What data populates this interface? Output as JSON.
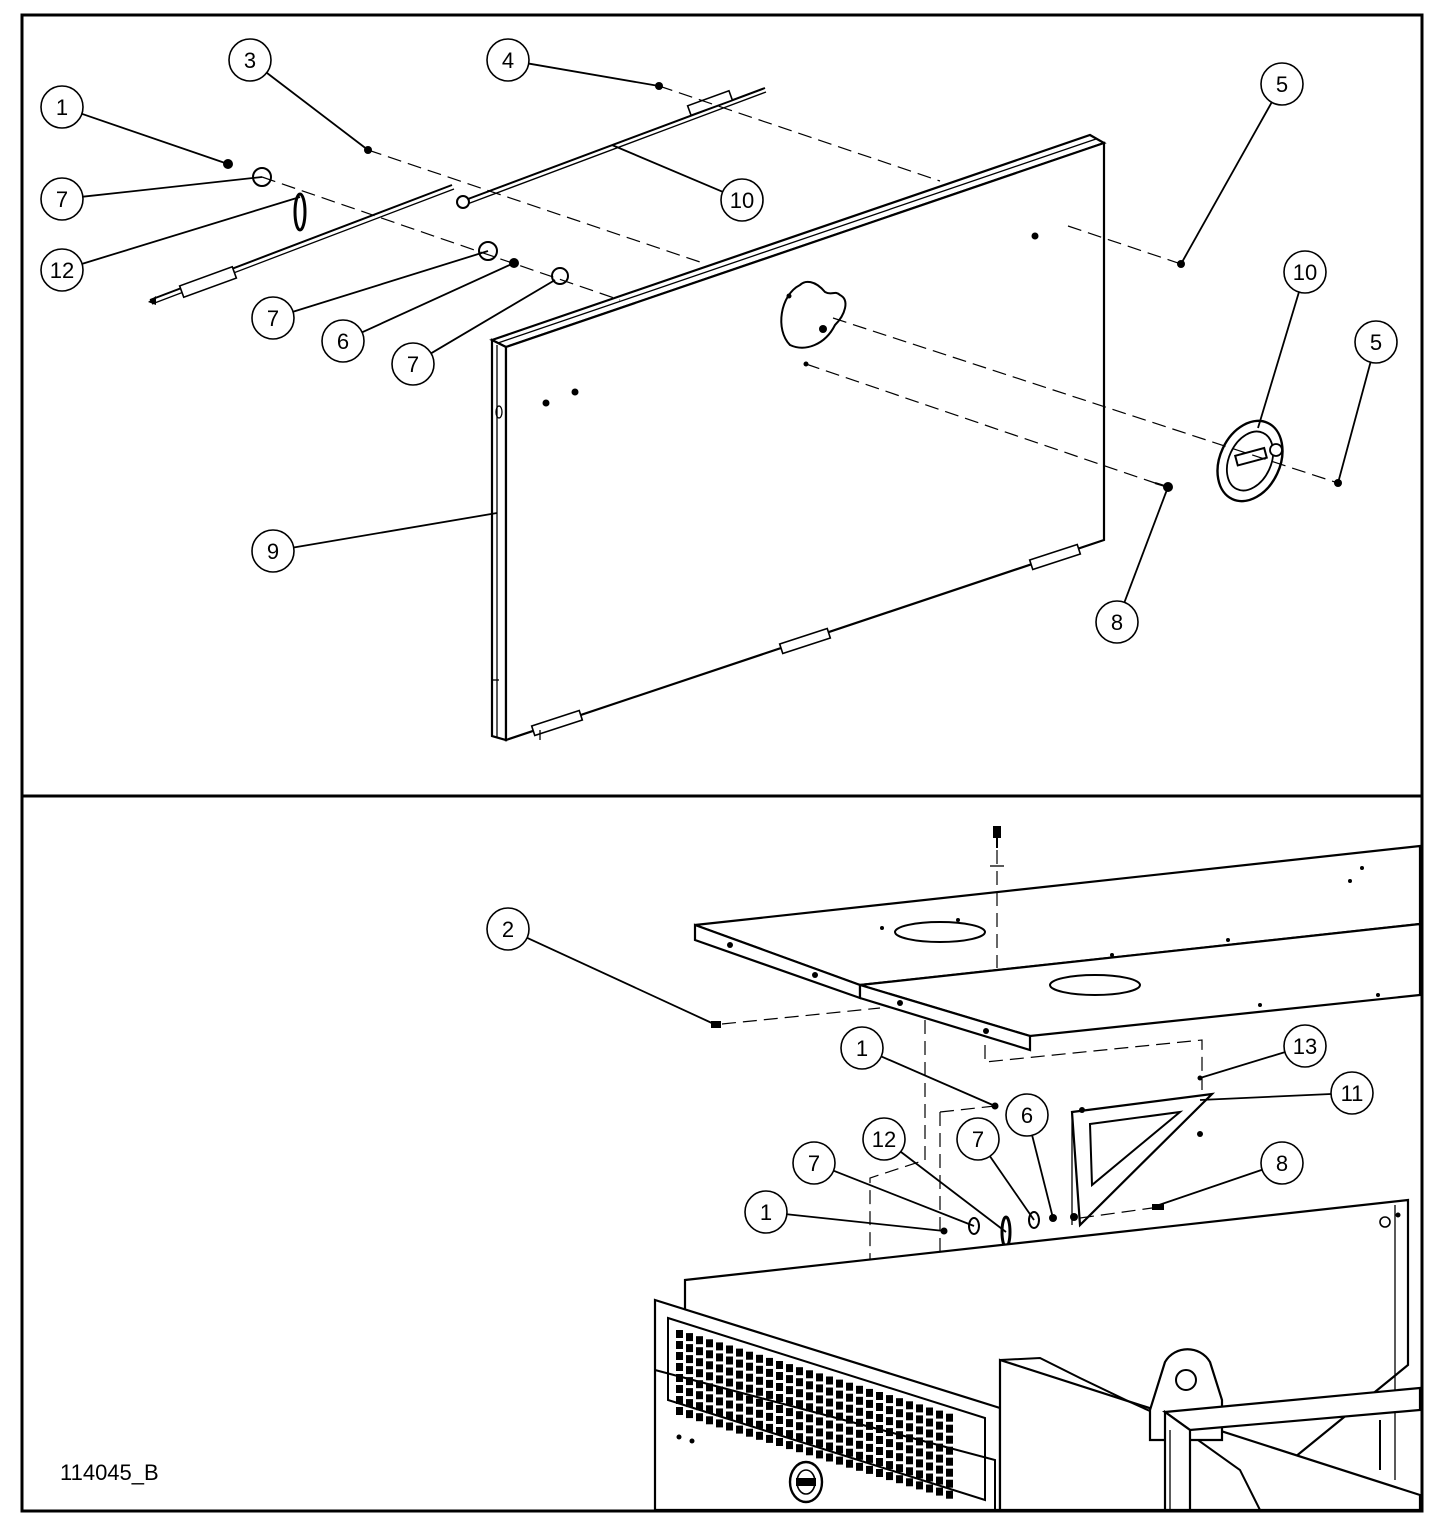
{
  "drawing_number": "114045_B",
  "top_callouts": [
    {
      "label": "1"
    },
    {
      "label": "3"
    },
    {
      "label": "4"
    },
    {
      "label": "5"
    },
    {
      "label": "7"
    },
    {
      "label": "10"
    },
    {
      "label": "12"
    },
    {
      "label": "7"
    },
    {
      "label": "6"
    },
    {
      "label": "7"
    },
    {
      "label": "10"
    },
    {
      "label": "5"
    },
    {
      "label": "9"
    },
    {
      "label": "8"
    }
  ],
  "bottom_callouts": [
    {
      "label": "2"
    },
    {
      "label": "1"
    },
    {
      "label": "13"
    },
    {
      "label": "11"
    },
    {
      "label": "6"
    },
    {
      "label": "12"
    },
    {
      "label": "7"
    },
    {
      "label": "7"
    },
    {
      "label": "8"
    },
    {
      "label": "1"
    }
  ]
}
